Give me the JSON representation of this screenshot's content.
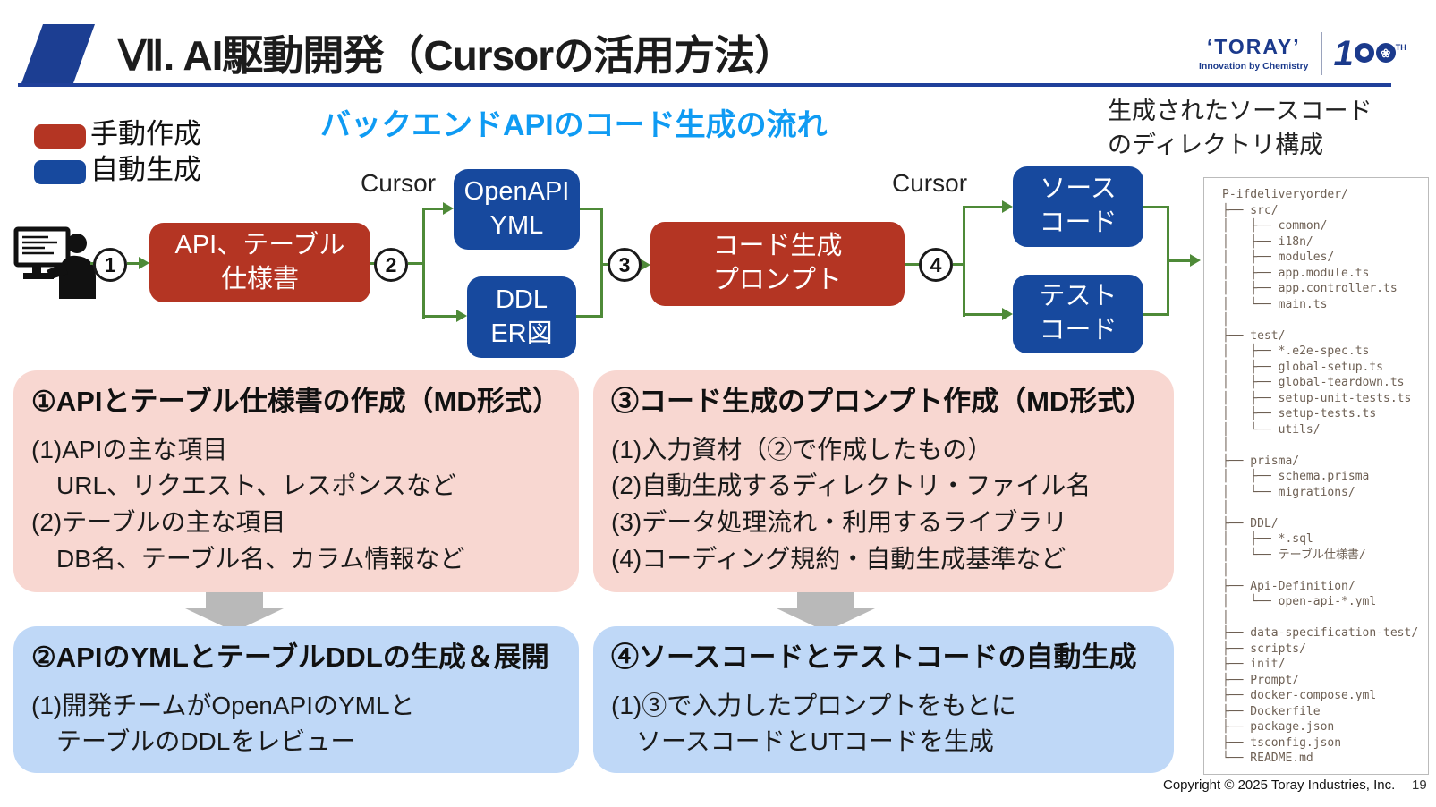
{
  "header": {
    "title": "Ⅶ. AI駆動開発（Cursorの活用方法）",
    "logo": {
      "brand": "‘TORAY’",
      "tagline": "Innovation by Chemistry",
      "anniversary_number": "1",
      "anniversary_flower": "❀",
      "anniversary_suffix": "TH"
    }
  },
  "legend": {
    "manual_label": "手動作成",
    "auto_label": "自動生成",
    "manual_color": "#b43523",
    "auto_color": "#17499e"
  },
  "flow": {
    "heading": "バックエンドAPIのコード生成の流れ",
    "cursor_label_left": "Cursor",
    "cursor_label_right": "Cursor",
    "steps": {
      "s1": "1",
      "s2": "2",
      "s3": "3",
      "s4": "4"
    },
    "boxes": {
      "spec": "API、テーブル\n仕様書",
      "openapi": "OpenAPI\nYML",
      "ddl": "DDL\nER図",
      "prompt": "コード生成\nプロンプト",
      "source": "ソース\nコード",
      "test": "テスト\nコード"
    },
    "arrow_color": "#4e8a38"
  },
  "directory": {
    "heading": "生成されたソースコード\nのディレクトリ構成",
    "tree": [
      "P-ifdeliveryorder/",
      "├── src/",
      "│   ├── common/",
      "│   ├── i18n/",
      "│   ├── modules/",
      "│   ├── app.module.ts",
      "│   ├── app.controller.ts",
      "│   └── main.ts",
      "│",
      "├── test/",
      "│   ├── *.e2e-spec.ts",
      "│   ├── global-setup.ts",
      "│   ├── global-teardown.ts",
      "│   ├── setup-unit-tests.ts",
      "│   ├── setup-tests.ts",
      "│   └── utils/",
      "│",
      "├── prisma/",
      "│   ├── schema.prisma",
      "│   └── migrations/",
      "│",
      "├── DDL/",
      "│   ├── *.sql",
      "│   └── テーブル仕様書/",
      "│",
      "├── Api-Definition/",
      "│   └── open-api-*.yml",
      "│",
      "├── data-specification-test/",
      "├── scripts/",
      "├── init/",
      "├── Prompt/",
      "├── docker-compose.yml",
      "├── Dockerfile",
      "├── package.json",
      "├── tsconfig.json",
      "└── README.md"
    ]
  },
  "panels": {
    "step1": {
      "title": "①APIとテーブル仕様書の作成（MD形式）",
      "body": [
        "(1)APIの主な項目",
        "　URL、リクエスト、レスポンスなど",
        "(2)テーブルの主な項目",
        "　DB名、テーブル名、カラム情報など"
      ]
    },
    "step3": {
      "title": "③コード生成のプロンプト作成（MD形式）",
      "body": [
        "(1)入力資材（②で作成したもの）",
        "(2)自動生成するディレクトリ・ファイル名",
        "(3)データ処理流れ・利用するライブラリ",
        "(4)コーディング規約・自動生成基準など"
      ]
    },
    "step2": {
      "title": "②APIのYMLとテーブルDDLの生成＆展開",
      "body": [
        "(1)開発チームがOpenAPIのYMLと",
        "　テーブルのDDLをレビュー"
      ]
    },
    "step4": {
      "title": "④ソースコードとテストコードの自動生成",
      "body": [
        "(1)③で入力したプロンプトをもとに",
        "　ソースコードとUTコードを生成"
      ]
    }
  },
  "footer": {
    "copyright": "Copyright © 2025 Toray Industries, Inc.",
    "page_number": "19"
  }
}
